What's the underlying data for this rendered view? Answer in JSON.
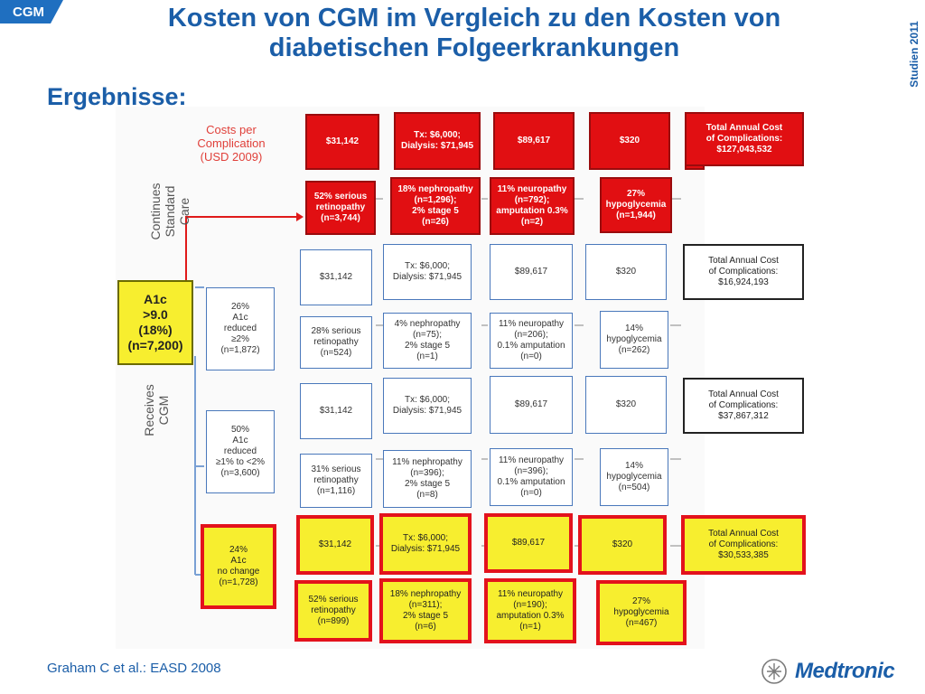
{
  "header": {
    "tag": "CGM",
    "title": "Kosten von CGM im Vergleich zu den Kosten von diabetischen Folgeerkrankungen",
    "side_label": "Studien 2011",
    "section": "Ergebnisse:"
  },
  "diagram": {
    "costs_legend": "Costs per\nComplication\n(USD 2009)",
    "label_standard": "Continues Standard\nCare",
    "label_cgm": "Receives\nCGM",
    "a1c_box": "A1c\n>9.0\n(18%)\n(n=7,200)",
    "standard_care": {
      "costs": [
        "$31,142",
        "Tx: $6,000;\nDialysis: $71,945",
        "$89,617",
        "$320"
      ],
      "outcomes": [
        "52% serious\nretinopathy\n(n=3,744)",
        "18% nephropathy\n(n=1,296);\n2% stage 5\n(n=26)",
        "11% neuropathy\n(n=792);\namputation 0.3%\n(n=2)",
        "27%\nhypoglycemia\n(n=1,944)"
      ],
      "total": "Total Annual Cost\nof Complications:\n$127,043,532"
    },
    "cgm_groups": [
      {
        "group": "26%\nA1c\nreduced\n≥2%\n(n=1,872)",
        "costs": [
          "$31,142",
          "Tx: $6,000;\nDialysis: $71,945",
          "$89,617",
          "$320"
        ],
        "outcomes": [
          "28% serious\nretinopathy\n(n=524)",
          "4% nephropathy\n(n=75);\n2% stage 5\n(n=1)",
          "11% neuropathy\n(n=206);\n0.1% amputation\n(n=0)",
          "14%\nhypoglycemia\n(n=262)"
        ],
        "total": "Total Annual Cost\nof Complications:\n$16,924,193"
      },
      {
        "group": "50%\nA1c\nreduced\n≥1% to <2%\n(n=3,600)",
        "costs": [
          "$31,142",
          "Tx: $6,000;\nDialysis: $71,945",
          "$89,617",
          "$320"
        ],
        "outcomes": [
          "31% serious\nretinopathy\n(n=1,116)",
          "11% nephropathy\n(n=396);\n2% stage 5\n(n=8)",
          "11% neuropathy\n(n=396);\n0.1% amputation\n(n=0)",
          "14%\nhypoglycemia\n(n=504)"
        ],
        "total": "Total Annual Cost\nof Complications:\n$37,867,312"
      },
      {
        "group": "24%\nA1c\nno change\n(n=1,728)",
        "costs": [
          "$31,142",
          "Tx: $6,000;\nDialysis: $71,945",
          "$89,617",
          "$320"
        ],
        "outcomes": [
          "52% serious\nretinopathy\n(n=899)",
          "18% nephropathy\n(n=311);\n2% stage 5\n(n=6)",
          "11% neuropathy\n(n=190);\namputation 0.3%\n(n=1)",
          "27%\nhypoglycemia\n(n=467)"
        ],
        "total": "Total Annual Cost\nof Complications:\n$30,533,385"
      }
    ]
  },
  "footer": {
    "citation": "Graham C et al.: EASD 2008",
    "logo_text": "Medtronic"
  },
  "colors": {
    "accent": "#1b5ea8",
    "red": "#e10f12",
    "yellow": "#f7ee2f"
  }
}
